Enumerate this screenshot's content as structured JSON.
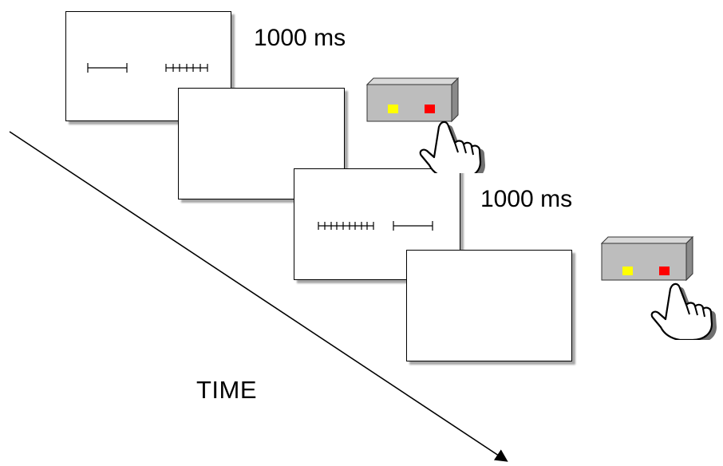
{
  "labels": {
    "duration_1": "1000 ms",
    "duration_2": "1000 ms",
    "time_axis": "TIME"
  },
  "icons": {
    "response_box": "response-box-icon",
    "pointing_hand": "pointing-hand-icon",
    "time_arrow": "arrow-icon"
  },
  "colors": {
    "box_body": "#bdbdbd",
    "left_button": "#ffff00",
    "right_button": "#ff0000",
    "shadow": "#6f6f6f"
  }
}
